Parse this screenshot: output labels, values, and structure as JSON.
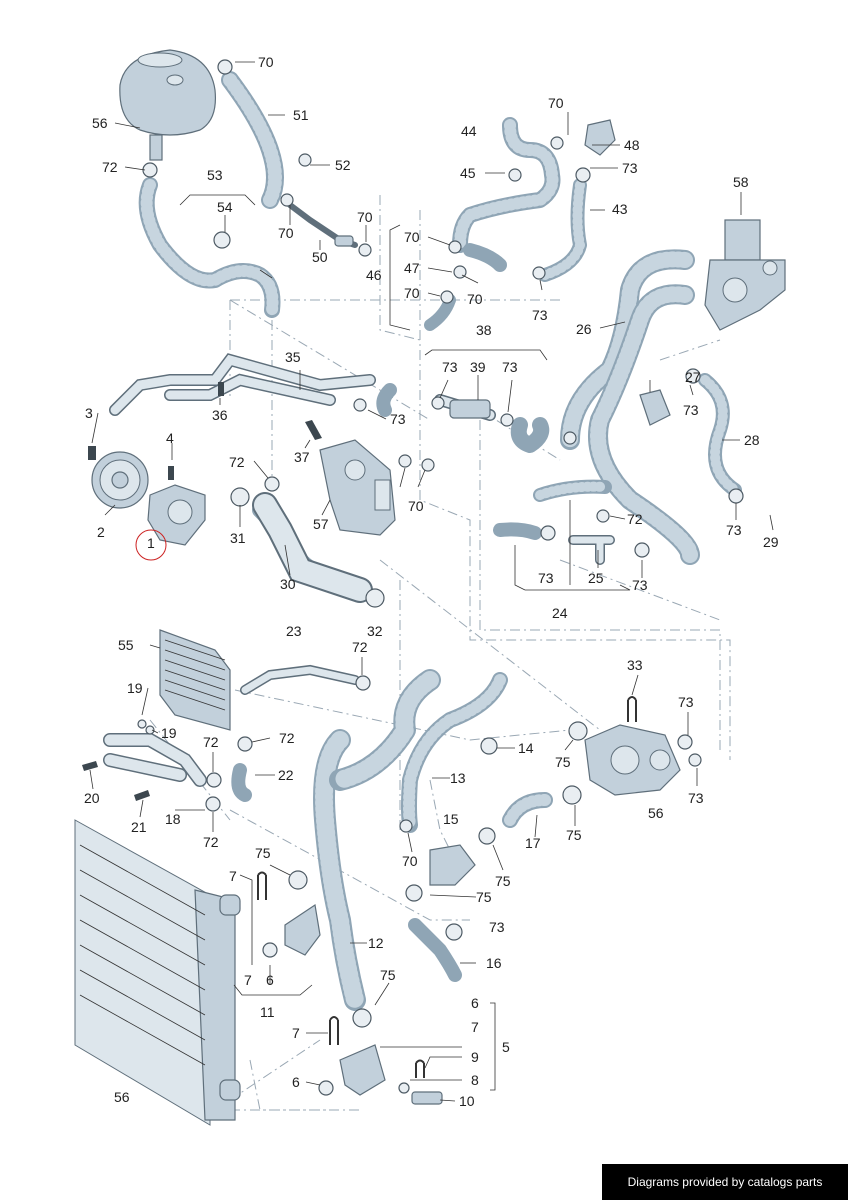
{
  "labels": {
    "l70a": "70",
    "l51": "51",
    "l56a": "56",
    "l52": "52",
    "l72a": "72",
    "l53": "53",
    "l54": "54",
    "l70b": "70",
    "l50": "50",
    "l70c": "70",
    "l46": "46",
    "l44": "44",
    "l70d": "70",
    "l48": "48",
    "l45": "45",
    "l73a": "73",
    "l43": "43",
    "l58": "58",
    "l70e": "70",
    "l47": "47",
    "l70f": "70",
    "l70g": "70",
    "l73b": "73",
    "l26": "26",
    "l38": "38",
    "l35": "35",
    "l73c": "73",
    "l39": "39",
    "l73d": "73",
    "l27": "27",
    "l3": "3",
    "l36": "36",
    "l73e": "73",
    "l73f": "73",
    "l28": "28",
    "l4": "4",
    "l37": "37",
    "l72b": "72",
    "l70h": "70",
    "l2": "2",
    "l31": "31",
    "l57": "57",
    "l72c": "72",
    "l1": "1",
    "l73g": "73",
    "l29": "29",
    "l73h": "73",
    "l25": "25",
    "l73i": "73",
    "l30": "30",
    "l24": "24",
    "l23": "23",
    "l32": "32",
    "l55": "55",
    "l72d": "72",
    "l33": "33",
    "l19a": "19",
    "l19b": "19",
    "l72e": "72",
    "l72f": "72",
    "l14": "14",
    "l73j": "73",
    "l75a": "75",
    "l22": "22",
    "l13": "13",
    "l20": "20",
    "l56b": "56",
    "l73k": "73",
    "l21": "21",
    "l18": "18",
    "l15": "15",
    "l17": "17",
    "l72g": "72",
    "l75b": "75",
    "l70i": "70",
    "l75c": "75",
    "l7a": "7",
    "l75d": "75",
    "l73l": "73",
    "l12": "12",
    "l7b": "7",
    "l6a": "6",
    "l16": "16",
    "l75e": "75",
    "l11": "11",
    "l6b": "6",
    "l7c": "7",
    "l5": "5",
    "l7d": "7",
    "l9": "9",
    "l6c": "6",
    "l8": "8",
    "l10": "10",
    "l56c": "56"
  },
  "footer": {
    "text": "Diagrams provided by catalogs parts"
  },
  "colors": {
    "hose": "#8fa5b5",
    "part": "#c2d0db",
    "highlight": "#cc2222",
    "footer_bg": "#000000"
  }
}
